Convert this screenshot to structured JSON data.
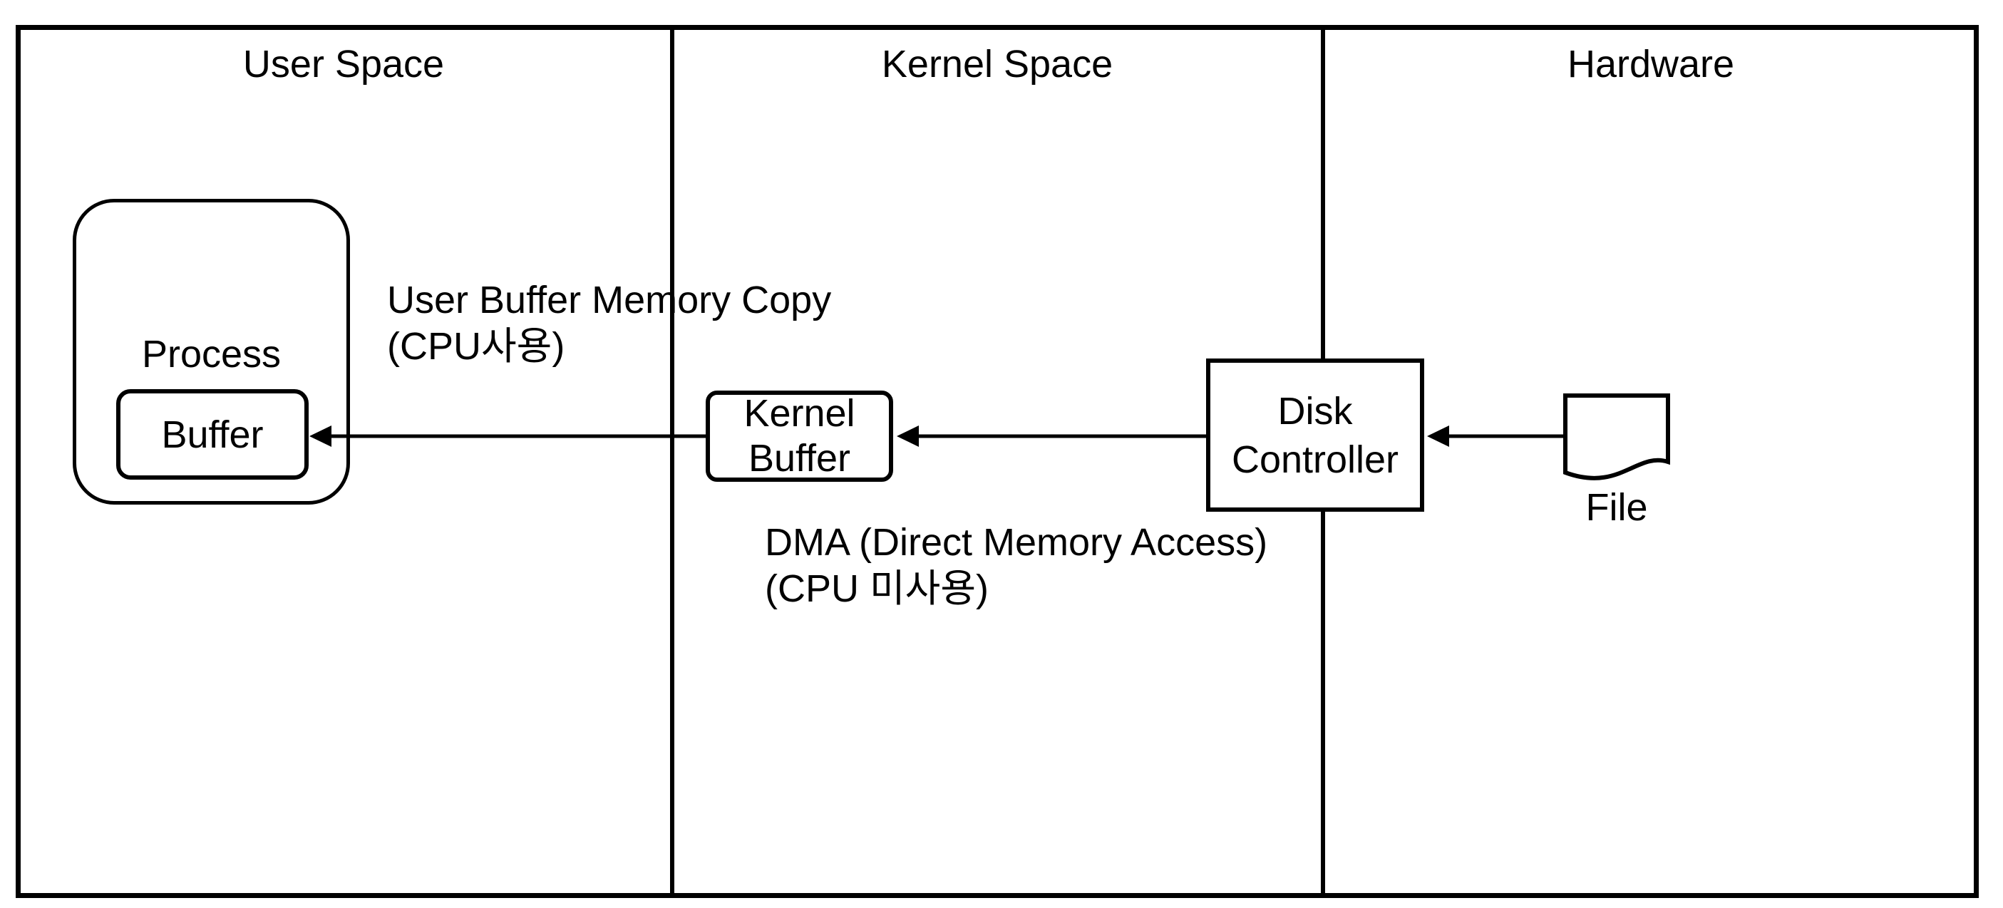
{
  "diagram": {
    "columns": {
      "user_space": {
        "title": "User Space"
      },
      "kernel_space": {
        "title": "Kernel Space"
      },
      "hardware": {
        "title": "Hardware"
      }
    },
    "nodes": {
      "process": {
        "label": "Process"
      },
      "user_buffer": {
        "label": "Buffer"
      },
      "kernel_buffer": {
        "line1": "Kernel",
        "line2": "Buffer"
      },
      "disk_controller": {
        "line1": "Disk",
        "line2": "Controller"
      },
      "file": {
        "label": "File"
      }
    },
    "annotations": {
      "memory_copy": {
        "line1": "User Buffer Memory Copy",
        "line2": "(CPU사용)"
      },
      "dma": {
        "line1": "DMA (Direct Memory Access)",
        "line2": "(CPU 미사용)"
      }
    },
    "colors": {
      "stroke": "#000000",
      "background": "#ffffff"
    }
  }
}
